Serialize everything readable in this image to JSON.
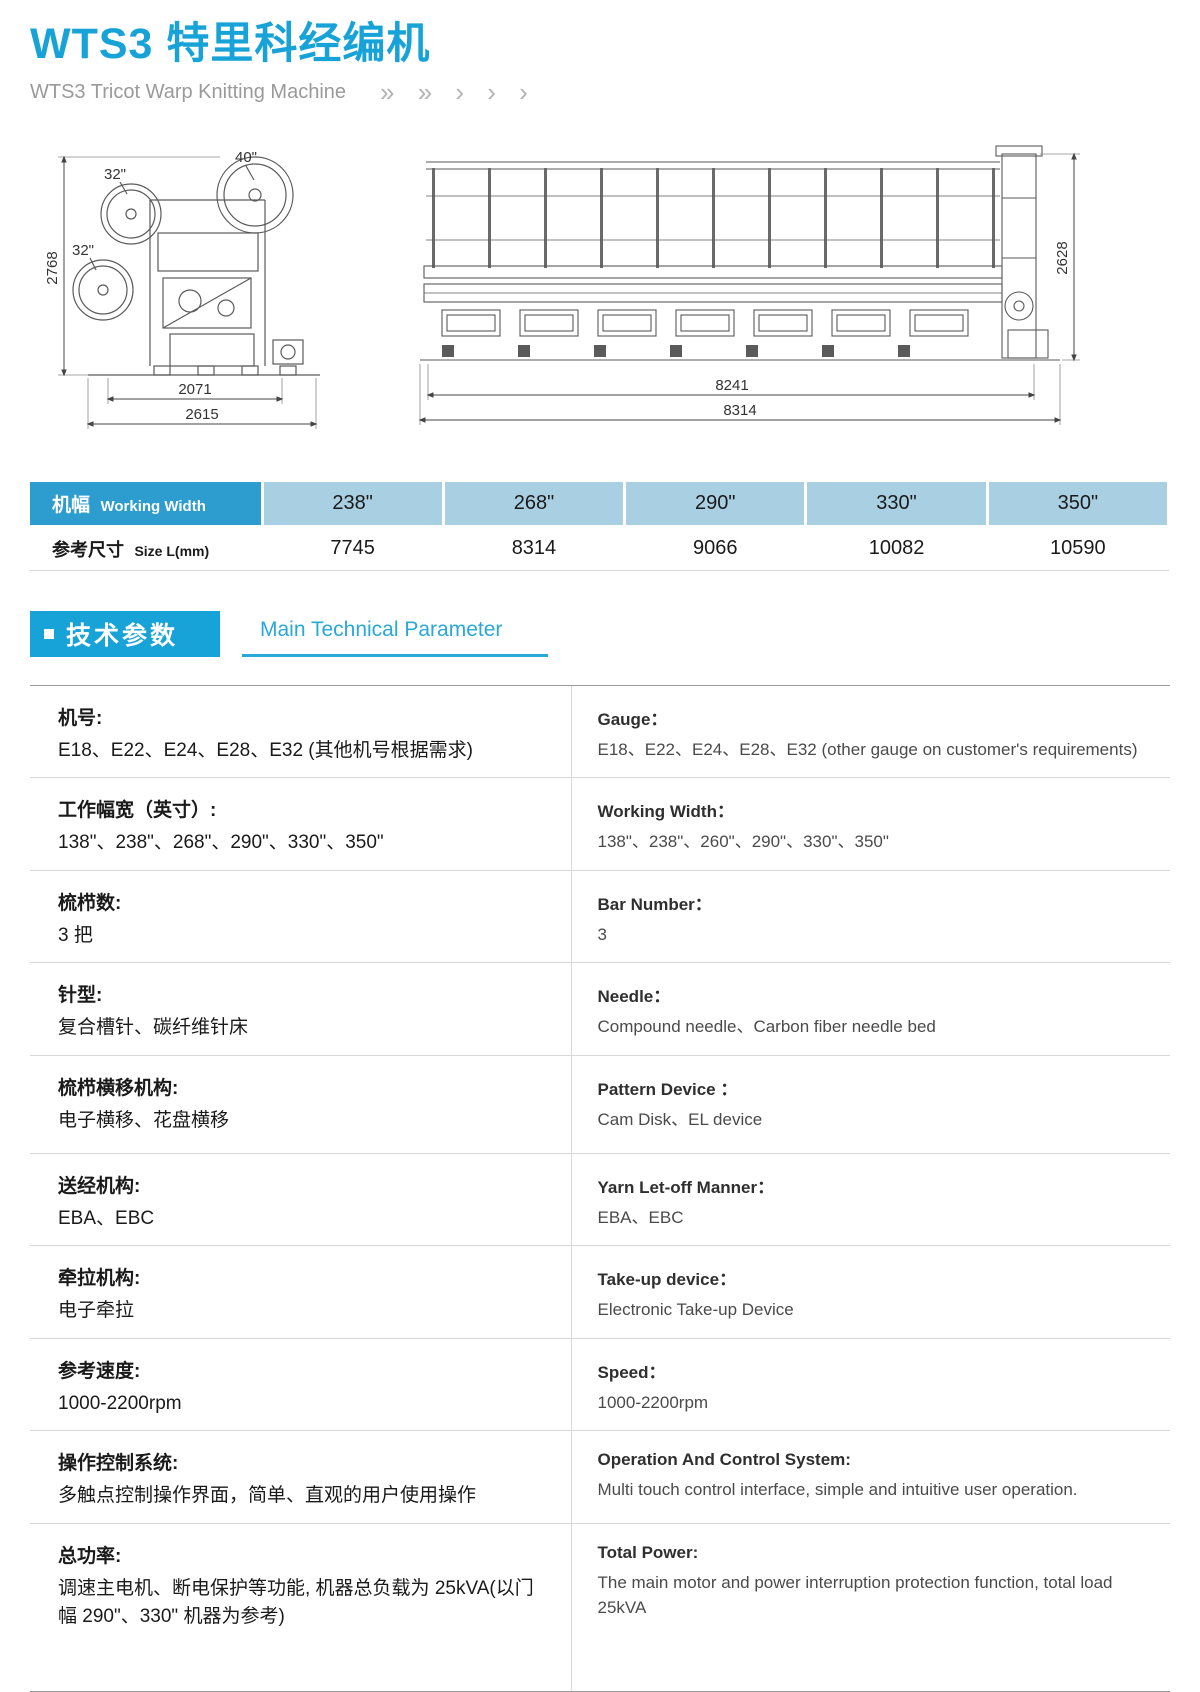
{
  "colors": {
    "accent": "#17a3d8",
    "table_header_blue": "#2d9dd0",
    "table_header_light_blue": "#a9cfe3"
  },
  "header": {
    "title": "WTS3 特里科经编机",
    "subtitle": "WTS3 Tricot Warp Knitting Machine",
    "chevrons": "»  »  ›  ›  ›"
  },
  "drawings": {
    "left": {
      "labels": {
        "beam_top": "40\"",
        "beam_upper": "32\"",
        "beam_lower": "32\""
      },
      "dims": {
        "height": "2768",
        "width_inner": "2071",
        "width_outer": "2615"
      }
    },
    "right": {
      "dims": {
        "height": "2628",
        "width_inner": "8241",
        "width_outer": "8314"
      }
    }
  },
  "width_table": {
    "col1_header_cn": "机幅",
    "col1_header_en": "Working Width",
    "row_label_cn": "参考尺寸",
    "row_label_en": "Size L(mm)",
    "columns": [
      "238\"",
      "268\"",
      "290\"",
      "330\"",
      "350\""
    ],
    "values": [
      "7745",
      "8314",
      "9066",
      "10082",
      "10590"
    ]
  },
  "section": {
    "badge": "技术参数",
    "title_en": "Main Technical Parameter"
  },
  "specs": {
    "rows": [
      {
        "cn_label": "机号:",
        "cn_value": "E18、E22、E24、E28、E32 (其他机号根据需求)",
        "en_label": "Gauge：",
        "en_value": "E18、E22、E24、E28、E32 (other gauge on customer's requirements)"
      },
      {
        "cn_label": "工作幅宽（英寸）:",
        "cn_value": "138\"、238\"、268\"、290\"、330\"、350\"",
        "en_label": "Working Width：",
        "en_value": "138\"、238\"、260\"、290\"、330\"、350\""
      },
      {
        "cn_label": "梳栉数:",
        "cn_value": "3 把",
        "en_label": "Bar Number：",
        "en_value": "3"
      },
      {
        "cn_label": "针型:",
        "cn_value": "复合槽针、碳纤维针床",
        "en_label": "Needle：",
        "en_value": "Compound needle、Carbon fiber needle bed"
      },
      {
        "cn_label": "梳栉横移机构:",
        "cn_value": "电子横移、花盘横移",
        "en_label": "Pattern Device ：",
        "en_value": "Cam Disk、EL device"
      },
      {
        "cn_label": "送经机构:",
        "cn_value": "EBA、EBC",
        "en_label": "Yarn Let-off Manner：",
        "en_value": "EBA、EBC"
      },
      {
        "cn_label": "牵拉机构:",
        "cn_value": "电子牵拉",
        "en_label": "Take-up device：",
        "en_value": "Electronic Take-up Device"
      },
      {
        "cn_label": "参考速度:",
        "cn_value": "1000-2200rpm",
        "en_label": "Speed：",
        "en_value": "1000-2200rpm"
      },
      {
        "cn_label": "操作控制系统:",
        "cn_value": "多触点控制操作界面，简单、直观的用户使用操作",
        "en_label": "Operation And Control System:",
        "en_value": "Multi touch control interface, simple and intuitive user operation."
      },
      {
        "cn_label": "总功率:",
        "cn_value": "调速主电机、断电保护等功能, 机器总负载为 25kVA(以门幅 290\"、330\" 机器为参考)",
        "en_label": "Total Power:",
        "en_value": "The main motor and power interruption protection function,  total load 25kVA"
      }
    ]
  }
}
